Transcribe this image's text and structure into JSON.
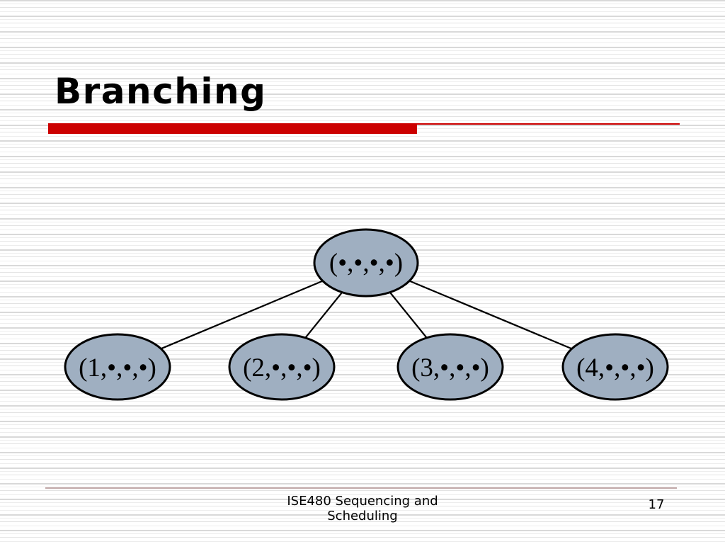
{
  "slide": {
    "title": "Branching",
    "diagram": {
      "root": {
        "label": "(•,•,•,•)"
      },
      "children": [
        {
          "label": "(1,•,•,•)"
        },
        {
          "label": "(2,•,•,•)"
        },
        {
          "label": "(3,•,•,•)"
        },
        {
          "label": "(4,•,•,•)"
        }
      ]
    },
    "footer": {
      "line1": "ISE480 Sequencing and",
      "line2": "Scheduling",
      "page_number": "17"
    },
    "colors": {
      "accent_red": "#cc0000",
      "node_fill": "#9fafc1",
      "node_stroke": "#000000",
      "edge_stroke": "#000000",
      "footer_rule": "#c2a9a9"
    }
  }
}
